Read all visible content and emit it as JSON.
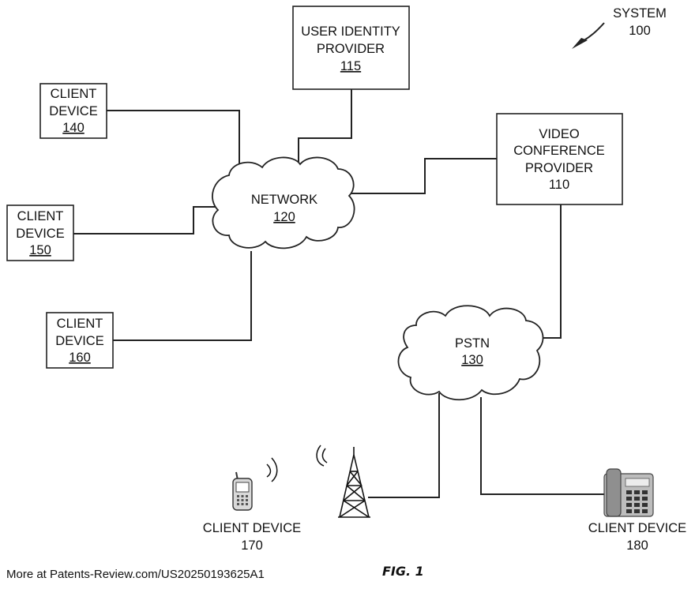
{
  "system": {
    "label": "SYSTEM",
    "ref": "100"
  },
  "user_identity_provider": {
    "line1": "USER IDENTITY",
    "line2": "PROVIDER",
    "ref": "115"
  },
  "video_conference_provider": {
    "line1": "VIDEO",
    "line2": "CONFERENCE",
    "line3": "PROVIDER",
    "ref": "110"
  },
  "network": {
    "label": "NETWORK",
    "ref": "120"
  },
  "pstn": {
    "label": "PSTN",
    "ref": "130"
  },
  "client_140": {
    "line1": "CLIENT",
    "line2": "DEVICE",
    "ref": "140"
  },
  "client_150": {
    "line1": "CLIENT",
    "line2": "DEVICE",
    "ref": "150"
  },
  "client_160": {
    "line1": "CLIENT",
    "line2": "DEVICE",
    "ref": "160"
  },
  "client_170": {
    "label": "CLIENT DEVICE",
    "ref": "170"
  },
  "client_180": {
    "label": "CLIENT DEVICE",
    "ref": "180"
  },
  "figure_label": "FIG. 1",
  "footer": "More at Patents-Review.com/US20250193625A1"
}
